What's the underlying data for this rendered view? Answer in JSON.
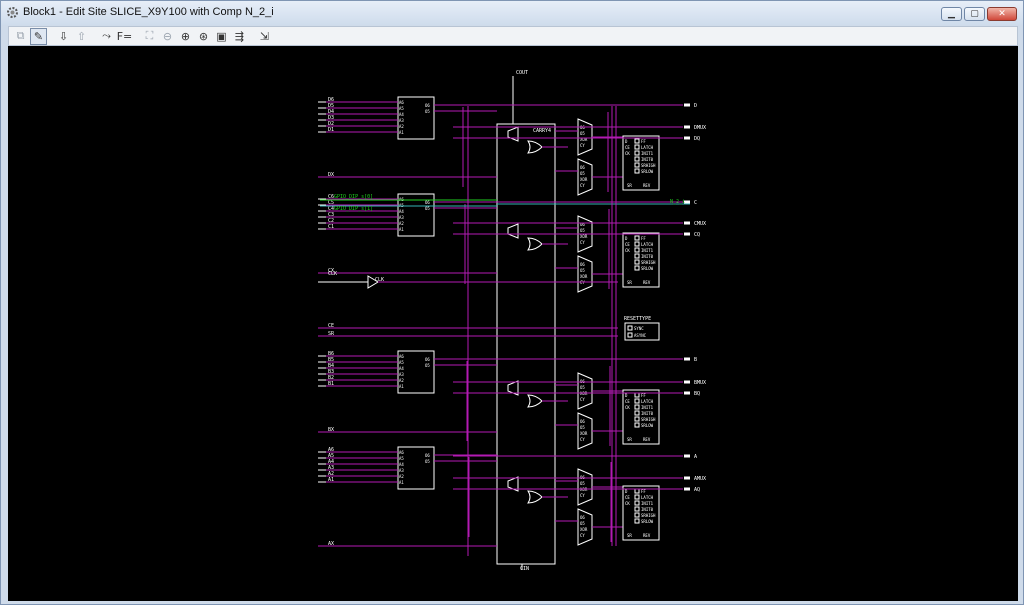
{
  "window": {
    "title": "Block1 - Edit Site SLICE_X9Y100 with Comp N_2_i"
  },
  "toolbar": {
    "buttons": [
      {
        "name": "select-icon",
        "glyph": "⧉",
        "disabled": true
      },
      {
        "name": "pencil-icon",
        "glyph": "✎",
        "active": true
      },
      {
        "name": "down-arrow-icon",
        "glyph": "⇩"
      },
      {
        "name": "up-arrow-icon",
        "glyph": "⇧",
        "disabled": true
      },
      {
        "name": "route-icon",
        "glyph": "⤳"
      },
      {
        "name": "function-icon",
        "glyph": "F="
      },
      {
        "name": "zoom-fit-icon",
        "glyph": "⛶",
        "disabled": true
      },
      {
        "name": "zoom-out-icon",
        "glyph": "⊖",
        "disabled": true
      },
      {
        "name": "zoom-in-icon",
        "glyph": "⊕"
      },
      {
        "name": "zoom-area-icon",
        "glyph": "⊛"
      },
      {
        "name": "zoom-full-icon",
        "glyph": "▣"
      },
      {
        "name": "export-icon",
        "glyph": "⇶"
      },
      {
        "name": "cross-probe-icon",
        "glyph": "⇲"
      }
    ]
  },
  "schematic": {
    "pins": {
      "cout": "COUT",
      "cin": "CIN",
      "carry4": "CARRY4",
      "clk_label": "CLK",
      "resettype": "RESETTYPE",
      "sync": "SYNC",
      "async": "ASYNC",
      "d_in": [
        "D6",
        "D5",
        "D4",
        "D3",
        "D2",
        "D1"
      ],
      "dx": "DX",
      "c_in": [
        "C6",
        "C5",
        "C4",
        "C3",
        "C2",
        "C1"
      ],
      "cx": "CX",
      "clk": "CLK",
      "ce": "CE",
      "sr": "SR",
      "b_in": [
        "B6",
        "B5",
        "B4",
        "B3",
        "B2",
        "B1"
      ],
      "bx": "BX",
      "a_in": [
        "A6",
        "A5",
        "A4",
        "A3",
        "A2",
        "A1"
      ],
      "ax": "AX",
      "lut_pins": [
        "A6",
        "A5",
        "A4",
        "A3",
        "A2",
        "A1"
      ],
      "lut_out": [
        "O6",
        "O5"
      ],
      "outs": [
        "D",
        "DMUX",
        "DQ",
        "C",
        "CMUX",
        "CQ",
        "B",
        "BMUX",
        "BQ",
        "A",
        "AMUX",
        "AQ"
      ],
      "n2": "N_2_i",
      "gpio_a": "GPIO_DIP_s[0]",
      "gpio_b": "GPIO_DIP_s[1]",
      "ff": [
        "FF",
        "LATCH",
        "INIT1",
        "INIT0",
        "SRHIGH",
        "SRLOW"
      ],
      "ff_pins": [
        "D",
        "CE",
        "CK",
        "SR",
        "REV"
      ],
      "mux": [
        "O6",
        "O5",
        "XOR",
        "CY"
      ]
    }
  }
}
